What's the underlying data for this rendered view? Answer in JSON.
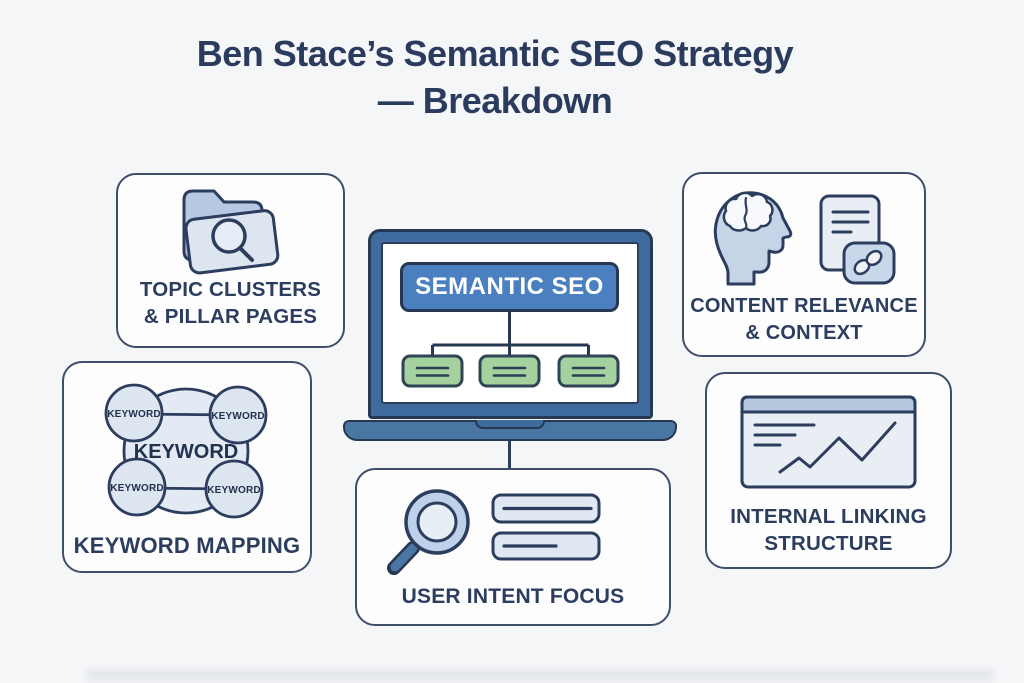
{
  "title": {
    "line1": "Ben Stace’s Semantic SEO Strategy",
    "line2": "— Breakdown"
  },
  "laptop": {
    "screen_label": "SEMANTIC SEO",
    "child_nodes_count": 3
  },
  "cards": {
    "topic_clusters": {
      "line1": "TOPIC CLUSTERS",
      "line2": "& PILLAR PAGES",
      "icon": "folder-search-icon"
    },
    "content_relevance": {
      "line1": "CONTENT RELEVANCE",
      "line2": "& CONTEXT",
      "icons": [
        "head-brain-icon",
        "document-link-icon"
      ]
    },
    "keyword_mapping": {
      "label": "KEYWORD MAPPING",
      "center": "KEYWORD",
      "satellites": [
        "KEYWORD",
        "KEYWORD",
        "KEYWORD",
        "KEYWORD"
      ],
      "icon": "keyword-cluster-icon"
    },
    "internal_linking": {
      "line1": "INTERNAL LINKING",
      "line2": "STRUCTURE",
      "icon": "browser-trend-chart-icon"
    },
    "user_intent": {
      "label": "USER INTENT FOCUS",
      "icon": "magnifier-search-bars-icon"
    }
  },
  "colors": {
    "background": "#f5f6f8",
    "navy_text": "#2c3d5e",
    "card_border": "#3e4f6a",
    "laptop_bezel": "#3f6b9e",
    "laptop_base": "#4a76a4",
    "semantic_header_fill": "#4b80c0",
    "green_node_fill": "#a5d19e",
    "icon_fill_light": "#dde5f1",
    "icon_fill_mid": "#c6d4e8",
    "icon_fill_pale": "#e9eef5"
  }
}
